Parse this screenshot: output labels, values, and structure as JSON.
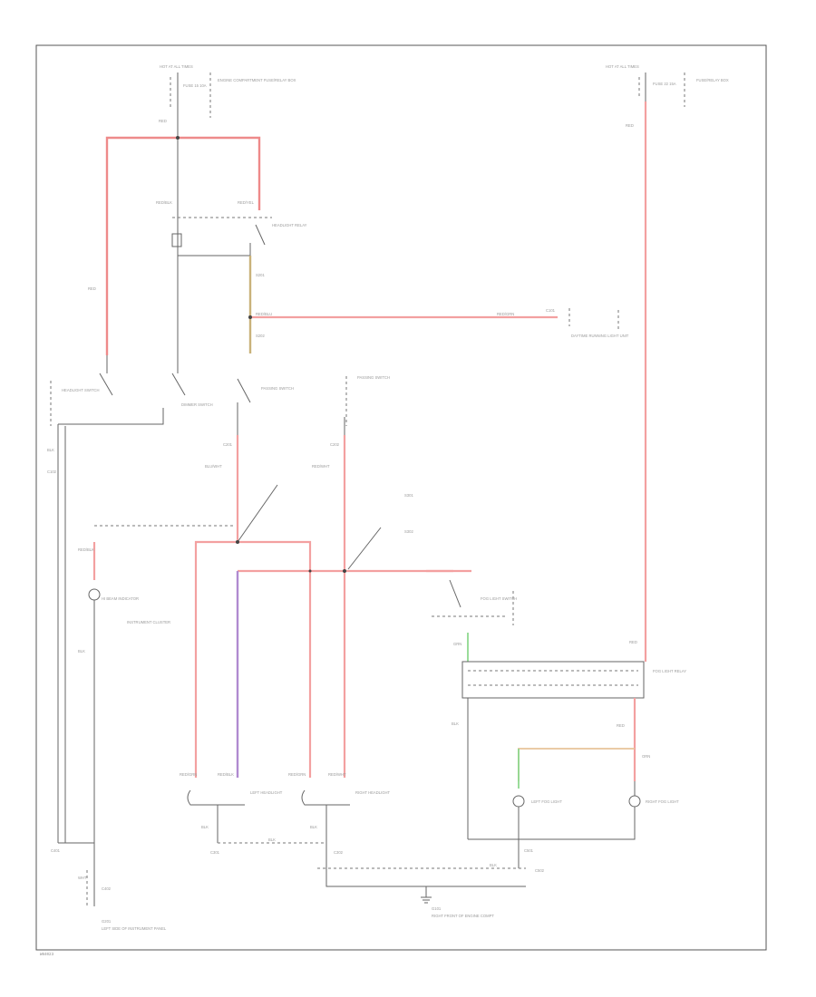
{
  "diagram": {
    "code": "W84023",
    "power_sources": [
      {
        "name": "HOT AT ALL TIMES",
        "fuse": "FUSE 15 10A",
        "location": "ENGINE COMPARTMENT FUSE/RELAY BOX"
      },
      {
        "name": "HOT AT ALL TIMES",
        "fuse": "FUSE 22 15A",
        "location": "FUSE/RELAY BOX"
      }
    ],
    "components": [
      {
        "name": "HEADLIGHT SWITCH"
      },
      {
        "name": "DIMMER SWITCH"
      },
      {
        "name": "PASSING SWITCH"
      },
      {
        "name": "HI BEAM INDICATOR",
        "note": "INSTRUMENT CLUSTER"
      },
      {
        "name": "LEFT HEADLIGHT"
      },
      {
        "name": "RIGHT HEADLIGHT"
      },
      {
        "name": "FOG LIGHT SWITCH"
      },
      {
        "name": "FOG LIGHT RELAY"
      },
      {
        "name": "LEFT FOG LIGHT"
      },
      {
        "name": "RIGHT FOG LIGHT"
      },
      {
        "name": "DAYTIME RUNNING LIGHT UNIT"
      },
      {
        "name": "HEADLIGHT RELAY"
      }
    ],
    "grounds": [
      {
        "name": "G201",
        "location": "LEFT SIDE OF INSTRUMENT PANEL"
      },
      {
        "name": "G101",
        "location": "RIGHT FRONT OF ENGINE COMPT"
      }
    ],
    "wire_labels": [
      "RED",
      "RED",
      "RED",
      "RED/BLK",
      "RED/YEL",
      "RED/BLU",
      "RED/GRN",
      "BLU/WHT",
      "RED/WHT",
      "BLK",
      "BLK",
      "WHT",
      "RED/BLK",
      "RED/GRN",
      "RED",
      "RED",
      "BLK",
      "BLK",
      "BLK",
      "GRN",
      "BLK",
      "BLK",
      "ORN"
    ],
    "connector_labels": [
      "C101",
      "C102",
      "C201",
      "C202",
      "C301",
      "C302",
      "C401",
      "C402",
      "C501",
      "C502"
    ],
    "splice_labels": [
      "S201",
      "S202",
      "S301",
      "S302"
    ]
  }
}
